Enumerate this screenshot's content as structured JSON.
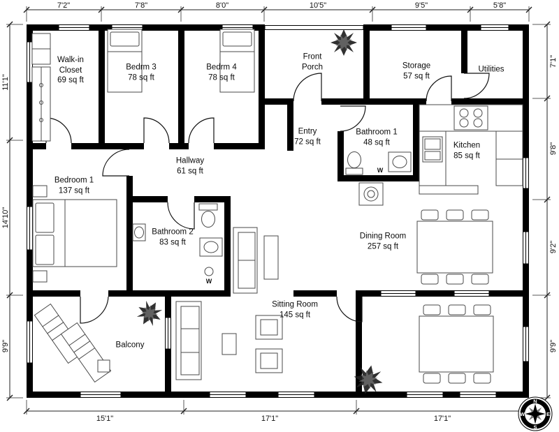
{
  "rooms": {
    "walk_in_closet": {
      "name": "Walk-in Closet",
      "area": "69 sq ft"
    },
    "bedrm3": {
      "name": "Bedrm 3",
      "area": "78 sq ft"
    },
    "bedrm4": {
      "name": "Bedrm 4",
      "area": "78 sq ft"
    },
    "front_porch": {
      "name": "Front Porch",
      "area": ""
    },
    "storage": {
      "name": "Storage",
      "area": "57 sq ft"
    },
    "utilities": {
      "name": "Utilities",
      "area": ""
    },
    "entry": {
      "name": "Entry",
      "area": "72 sq ft"
    },
    "bathroom1": {
      "name": "Bathroom 1",
      "area": "48 sq ft"
    },
    "kitchen": {
      "name": "Kitchen",
      "area": "85 sq ft"
    },
    "bedroom1": {
      "name": "Bedroom 1",
      "area": "137 sq ft"
    },
    "hallway": {
      "name": "Hallway",
      "area": "61 sq ft"
    },
    "bathroom2": {
      "name": "Bathroom 2",
      "area": "83 sq ft"
    },
    "dining_room": {
      "name": "Dining Room",
      "area": "257 sq ft"
    },
    "sitting_room": {
      "name": "Sitting Room",
      "area": "145 sq ft"
    },
    "balcony": {
      "name": "Balcony",
      "area": ""
    }
  },
  "dimensions": {
    "top": [
      "7'2\"",
      "7'8\"",
      "8'0\"",
      "10'5\"",
      "9'5\"",
      "5'8\""
    ],
    "left": [
      "11'1\"",
      "14'10\"",
      "9'9\""
    ],
    "right": [
      "7'1\"",
      "9'8\"",
      "9'2\"",
      "9'9\""
    ],
    "bottom": [
      "15'1\"",
      "17'1\"",
      "17'1\""
    ]
  },
  "compass": {
    "north": "N",
    "east": "E",
    "south": "S",
    "west": "W"
  },
  "fixtures": {
    "marker": "W"
  },
  "colors": {
    "wall": "#000000",
    "background": "#ffffff",
    "furniture_line": "#4a4a4a"
  }
}
